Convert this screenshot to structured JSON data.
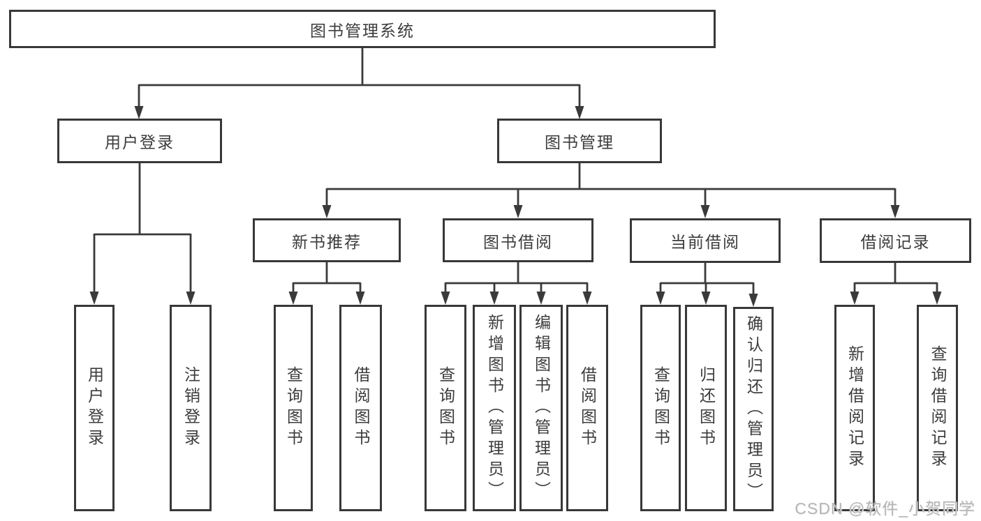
{
  "tree": {
    "root": "图书管理系统",
    "branches": [
      {
        "label": "用户登录",
        "children": [
          "用户登录",
          "注销登录"
        ]
      },
      {
        "label": "图书管理",
        "groups": [
          {
            "label": "新书推荐",
            "children": [
              "查询图书",
              "借阅图书"
            ]
          },
          {
            "label": "图书借阅",
            "children": [
              "查询图书",
              "新增图书（管理员）",
              "编辑图书（管理员）",
              "借阅图书"
            ]
          },
          {
            "label": "当前借阅",
            "children": [
              "查询图书",
              "归还图书",
              "确认归还（管理员）"
            ]
          },
          {
            "label": "借阅记录",
            "children": [
              "新增借阅记录",
              "查询借阅记录"
            ]
          }
        ]
      }
    ]
  },
  "watermark": "CSDN @软件_小贺同学",
  "colors": {
    "line": "#3a3a3a",
    "box-border": "#383838",
    "text": "#3c3c3c",
    "bg": "#ffffff",
    "watermark": "#b5b5b5"
  }
}
